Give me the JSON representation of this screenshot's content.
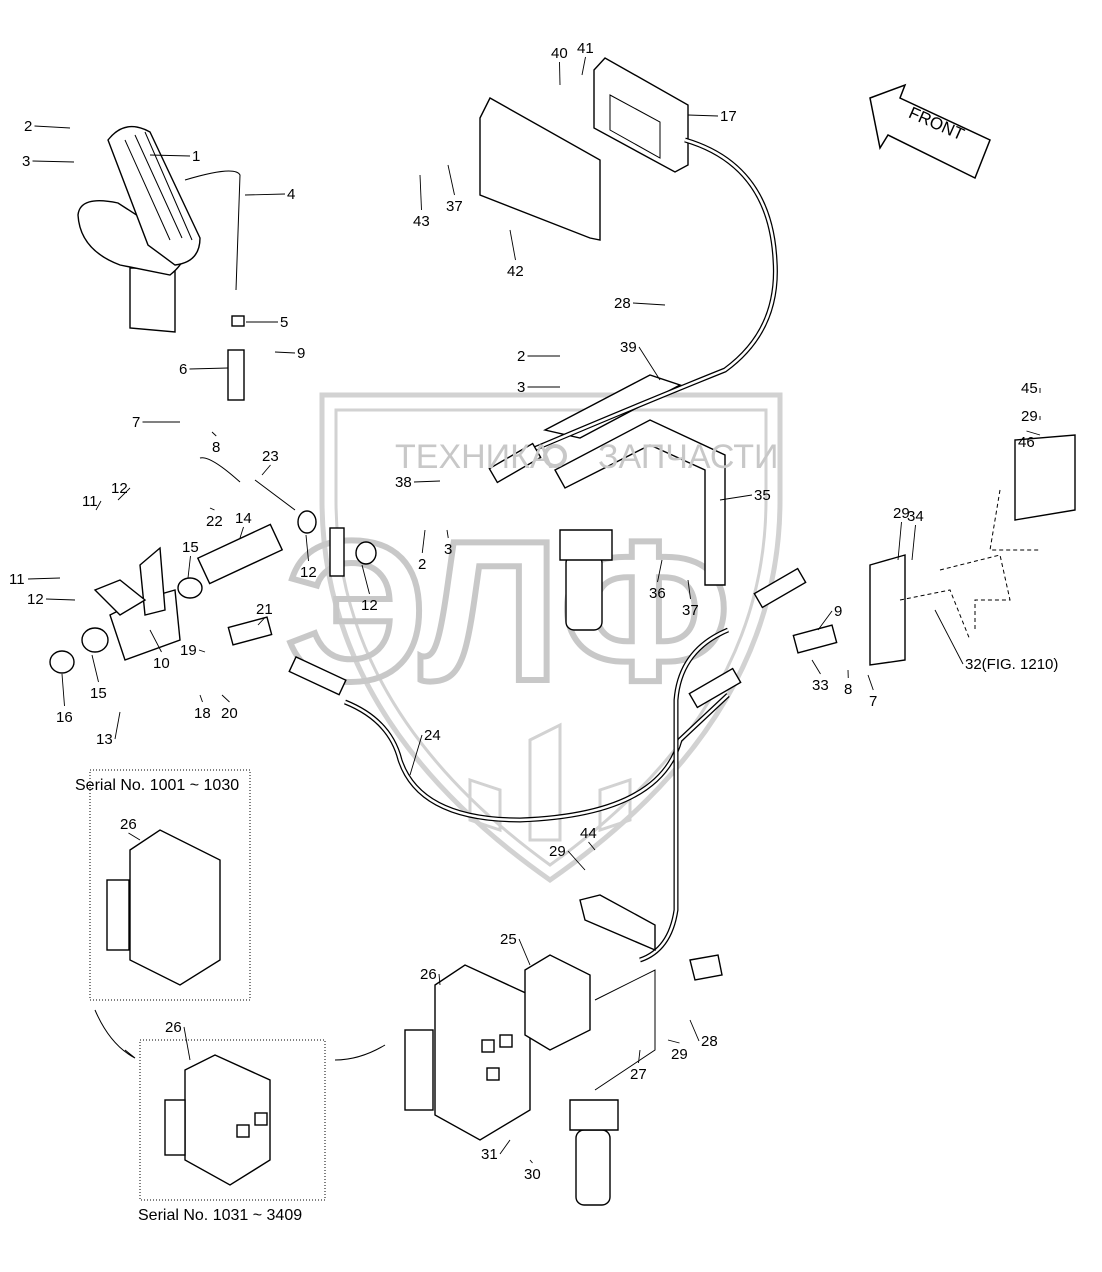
{
  "watermark": {
    "top_text_left": "ТЕХНИКА",
    "top_text_right": "ЗАПЧАСТИ",
    "logo_text": "ЭЛФ"
  },
  "front_arrow": {
    "label": "FRONT"
  },
  "captions": {
    "serial_top": "Serial No. 1001 ~ 1030",
    "serial_bottom": "Serial No. 1031 ~ 3409"
  },
  "callouts": [
    "2",
    "3",
    "1",
    "4",
    "5",
    "9",
    "6",
    "7",
    "8",
    "23",
    "22",
    "14",
    "11",
    "12",
    "15",
    "11",
    "12",
    "10",
    "15",
    "16",
    "13",
    "21",
    "19",
    "18",
    "20",
    "12",
    "12",
    "2",
    "3",
    "24",
    "40",
    "41",
    "17",
    "43",
    "37",
    "42",
    "28",
    "2",
    "3",
    "39",
    "38",
    "35",
    "36",
    "37",
    "29",
    "34",
    "9",
    "33",
    "8",
    "7",
    "32(FIG. 1210)",
    "45",
    "29",
    "46",
    "44",
    "29",
    "25",
    "26",
    "28",
    "29",
    "27",
    "31",
    "30",
    "26",
    "26"
  ],
  "colors": {
    "line": "#000000",
    "watermark": "#c8c8c8",
    "background": "#ffffff"
  }
}
